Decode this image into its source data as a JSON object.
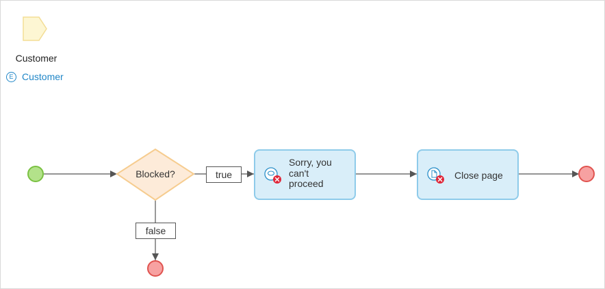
{
  "parameter": {
    "name": "Customer",
    "type_label": "Customer",
    "type_glyph": "E",
    "shape_color": "#fdf6d3",
    "shape_border": "#f3dd95",
    "type_color": "#1f86c7"
  },
  "decision": {
    "label": "Blocked?",
    "fill": "#fdebd9",
    "border": "#f6cc8f"
  },
  "flows": {
    "true_label": "true",
    "false_label": "false"
  },
  "activities": {
    "message": {
      "label": "Sorry, you can't proceed",
      "icon": "message-bubble-icon",
      "error_icon": "error-x-icon"
    },
    "close_page": {
      "label": "Close page",
      "icon": "page-icon",
      "error_icon": "error-x-icon"
    }
  },
  "events": {
    "start_color": "#b3e28a",
    "start_border": "#7ac142",
    "end_color": "#f7a1a1",
    "end_border": "#e0534f"
  },
  "colors": {
    "activity_fill": "#d9eef9",
    "activity_border": "#8ecbea",
    "connector": "#555555",
    "error_badge": "#e0283a"
  }
}
